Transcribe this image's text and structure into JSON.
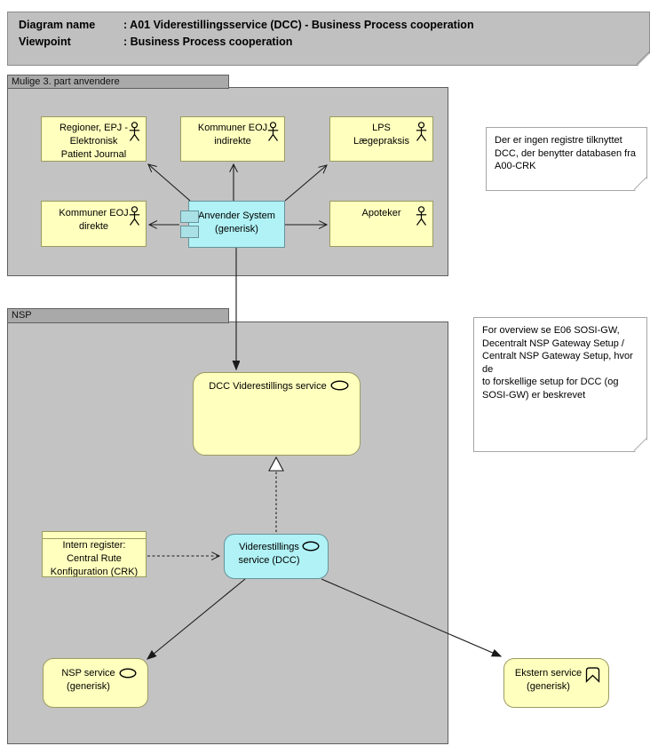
{
  "title": {
    "rows": [
      {
        "label": "Diagram name",
        "value": ": A01 Viderestillingsservice (DCC) - Business Process cooperation"
      },
      {
        "label": "Viewpoint",
        "value": ": Business Process cooperation"
      }
    ]
  },
  "groups": {
    "third_party": {
      "label": "Mulige 3. part anvendere"
    },
    "nsp": {
      "label": "NSP"
    }
  },
  "nodes": {
    "regioner": {
      "label": "Regioner, EPJ -\nElektronisk\nPatient Journal",
      "icon": "actor"
    },
    "kommuner_indirekte": {
      "label": "Kommuner EOJ\nindirekte",
      "icon": "actor"
    },
    "lps": {
      "label": "LPS\nLægepraksis",
      "icon": "actor"
    },
    "kommuner_direkte": {
      "label": "Kommuner EOJ\ndirekte",
      "icon": "actor"
    },
    "anvender_system": {
      "label": "Anvender System\n(generisk)",
      "icon": "component"
    },
    "apoteker": {
      "label": "Apoteker",
      "icon": "actor"
    },
    "dcc_viderestillings": {
      "label": "DCC Viderestillings service",
      "icon": "service-oval"
    },
    "intern_register": {
      "label": "Intern register:\nCentral Rute\nKonfiguration (CRK)",
      "icon": "business-object"
    },
    "viderestillings_dcc": {
      "label": "Viderestillings\nservice (DCC)",
      "icon": "service-oval"
    },
    "nsp_service": {
      "label": "NSP service\n(generisk)",
      "icon": "service-oval"
    },
    "ekstern_service": {
      "label": "Ekstern service\n(generisk)",
      "icon": "chevron-banner"
    }
  },
  "notes": {
    "crk": {
      "text": "Der er ingen registre tilknyttet\nDCC, der benytter databasen fra\nA00-CRK"
    },
    "overview": {
      "text": "For overview se E06 SOSI-GW,\nDecentralt NSP Gateway Setup /\nCentralt NSP Gateway Setup, hvor de\nto forskellige setup for DCC (og\nSOSI-GW) er beskrevet"
    }
  },
  "colors": {
    "node_yellow": "#ffffbe",
    "node_yellow_border": "#9b9b62",
    "node_cyan": "#b0f2f5",
    "node_cyan_border": "#68939b",
    "group_body": "#c3c3c3",
    "group_tab": "#a9a9a9",
    "title_fill": "#c0c0c0",
    "line": "#1a1a1a"
  }
}
